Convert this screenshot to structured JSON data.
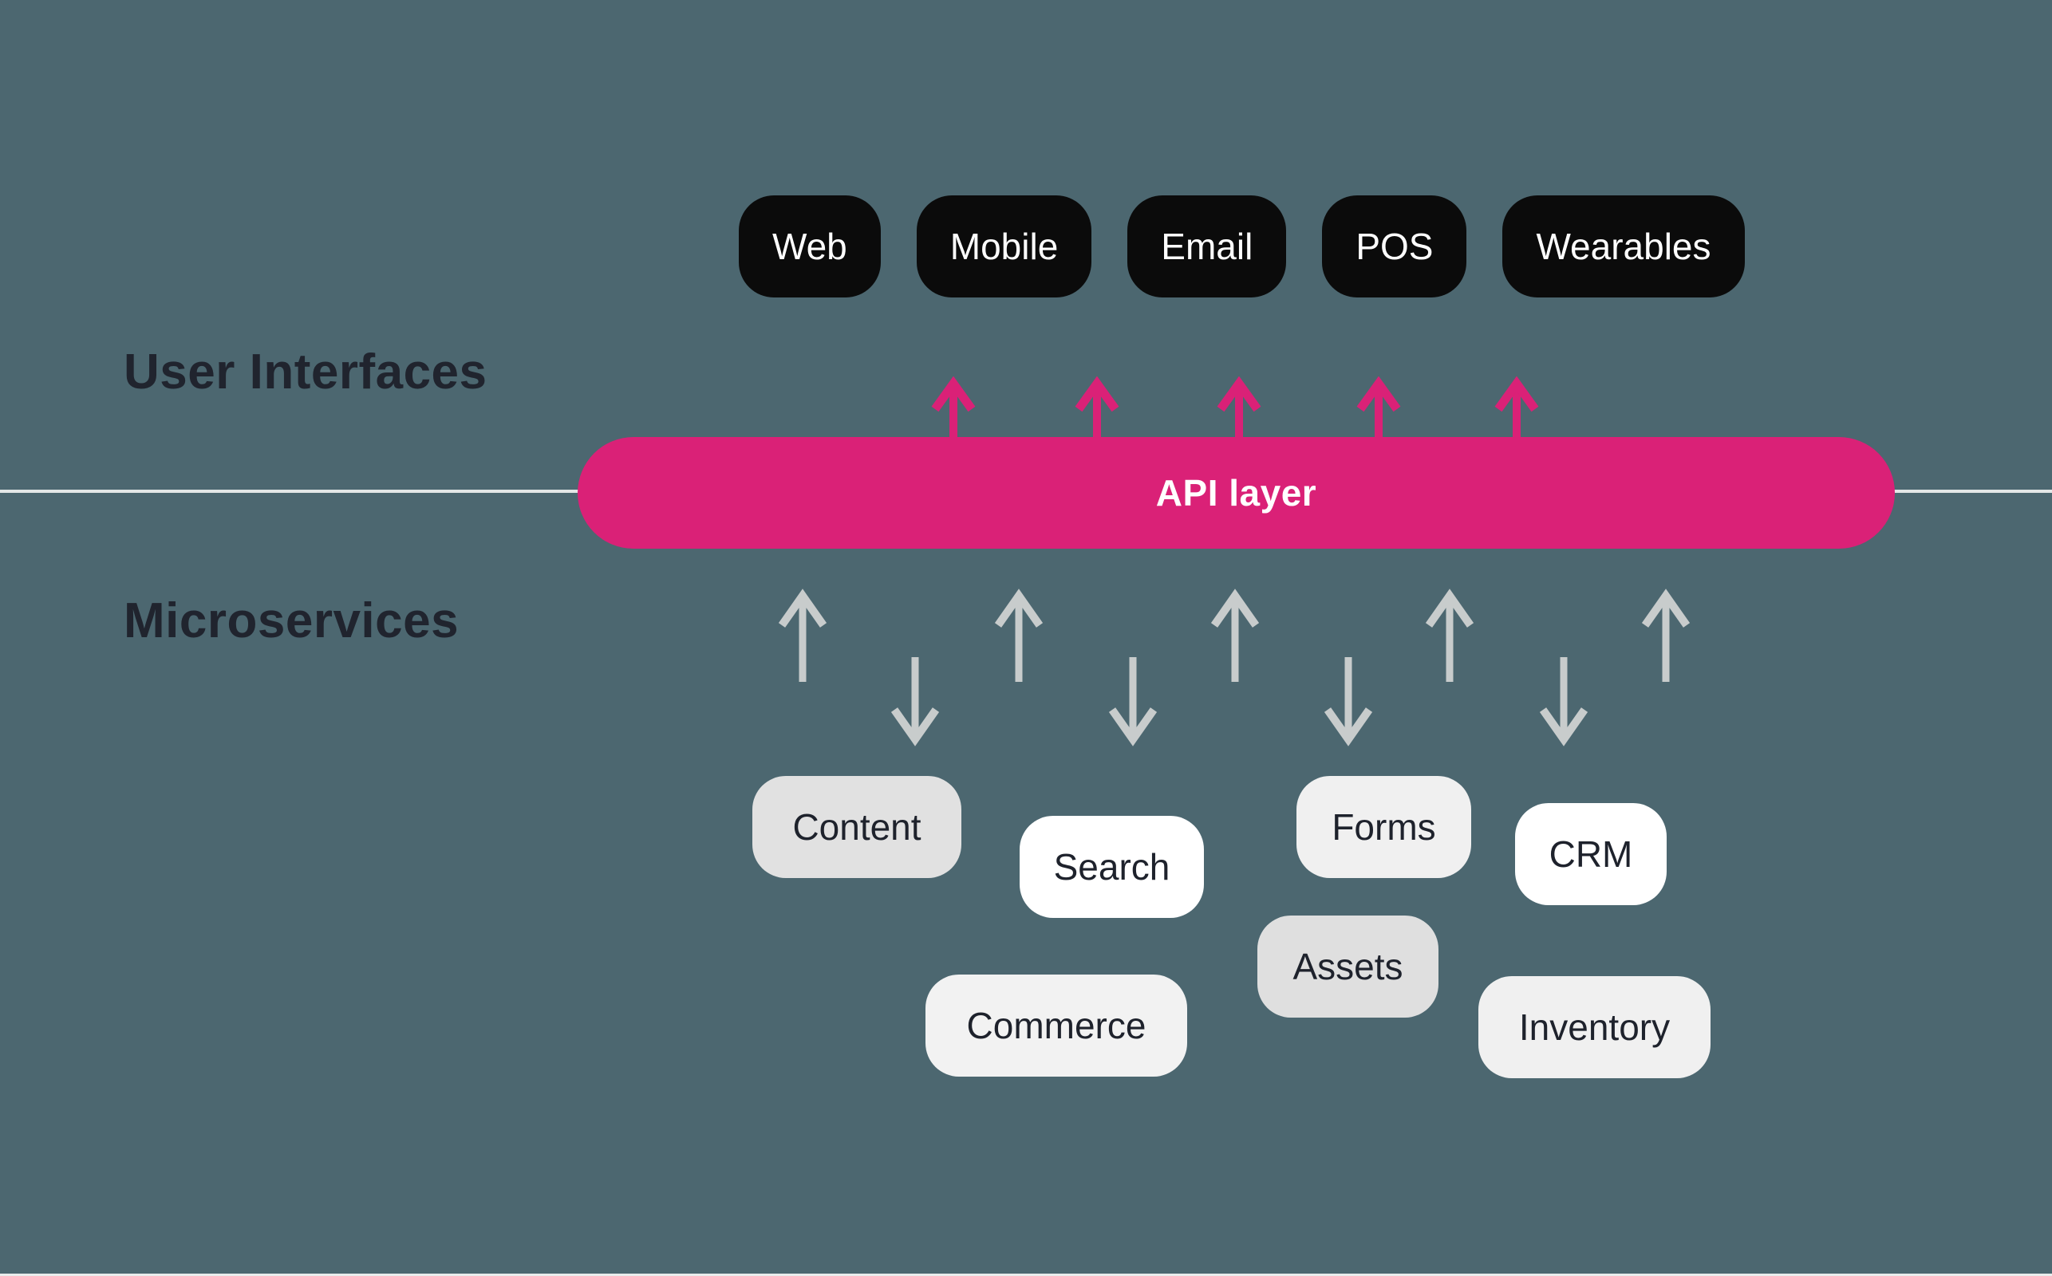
{
  "section_labels": {
    "user_interfaces": "User Interfaces",
    "microservices": "Microservices"
  },
  "api_layer": {
    "label": "API layer"
  },
  "ui_channels": [
    {
      "label": "Web"
    },
    {
      "label": "Mobile"
    },
    {
      "label": "Email"
    },
    {
      "label": "POS"
    },
    {
      "label": "Wearables"
    }
  ],
  "microservices": [
    {
      "label": "Content"
    },
    {
      "label": "Search"
    },
    {
      "label": "Forms"
    },
    {
      "label": "CRM"
    },
    {
      "label": "Assets"
    },
    {
      "label": "Commerce"
    },
    {
      "label": "Inventory"
    }
  ],
  "arrows": {
    "pink_up_count": 5,
    "gray_up_count": 5,
    "gray_down_count": 4
  },
  "colors": {
    "background": "#4c6770",
    "api_layer_pink": "#da2177",
    "channel_pill_black": "#0b0b0b",
    "channel_pill_text": "#ffffff",
    "section_label_text": "#20242e",
    "microservice_pill_text": "#1e222c",
    "microservice_pill_gray": "#e1e1e1",
    "microservice_pill_white": "#ffffff",
    "microservice_pill_offwhite": "#f0f0f0",
    "divider_line": "#e3e7e7",
    "gray_arrow": "#c8cccc"
  }
}
